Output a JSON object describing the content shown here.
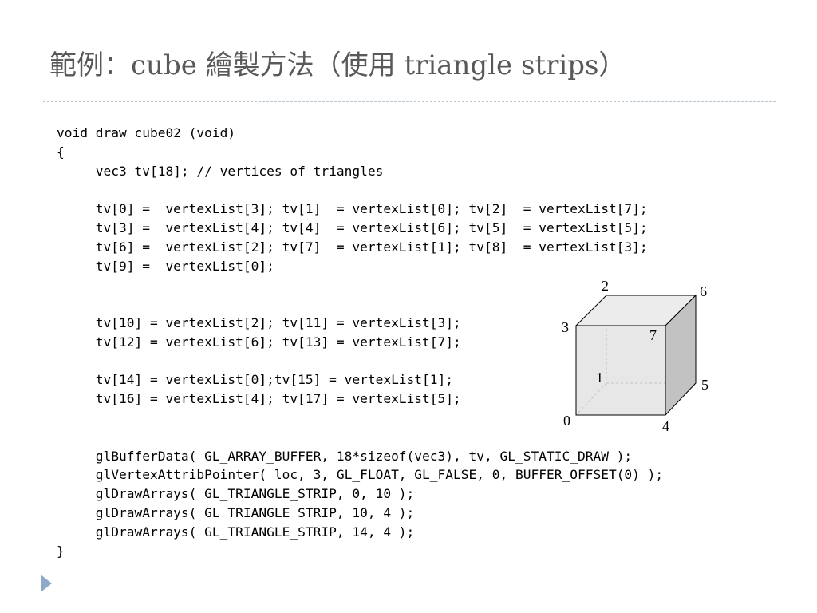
{
  "slide": {
    "title": "範例：cube 繪製方法（使用 triangle strips）"
  },
  "code": {
    "lines": [
      "void draw_cube02 (void)",
      "{",
      "     vec3 tv[18]; // vertices of triangles",
      "",
      "     tv[0] =  vertexList[3]; tv[1]  = vertexList[0]; tv[2]  = vertexList[7];",
      "     tv[3] =  vertexList[4]; tv[4]  = vertexList[6]; tv[5]  = vertexList[5];",
      "     tv[6] =  vertexList[2]; tv[7]  = vertexList[1]; tv[8]  = vertexList[3];",
      "     tv[9] =  vertexList[0];",
      "",
      "",
      "     tv[10] = vertexList[2]; tv[11] = vertexList[3];",
      "     tv[12] = vertexList[6]; tv[13] = vertexList[7];",
      "",
      "     tv[14] = vertexList[0];tv[15] = vertexList[1];",
      "     tv[16] = vertexList[4]; tv[17] = vertexList[5];",
      "",
      "",
      "     glBufferData( GL_ARRAY_BUFFER, 18*sizeof(vec3), tv, GL_STATIC_DRAW );",
      "     glVertexAttribPointer( loc, 3, GL_FLOAT, GL_FALSE, 0, BUFFER_OFFSET(0) );",
      "     glDrawArrays( GL_TRIANGLE_STRIP, 0, 10 );",
      "     glDrawArrays( GL_TRIANGLE_STRIP, 10, 4 );",
      "     glDrawArrays( GL_TRIANGLE_STRIP, 14, 4 );",
      "}"
    ]
  },
  "cube": {
    "vertex_labels": {
      "v0": "0",
      "v1": "1",
      "v2": "2",
      "v3": "3",
      "v4": "4",
      "v5": "5",
      "v6": "6",
      "v7": "7"
    },
    "colors": {
      "front_face": "#e3e3e3",
      "side_face": "#c2c2c2",
      "top_face": "#ececec",
      "edge": "#000000"
    }
  },
  "theme": {
    "title_color": "#595959",
    "divider_color": "#b9c7d3",
    "nav_arrow_color": "#8eaac8"
  }
}
